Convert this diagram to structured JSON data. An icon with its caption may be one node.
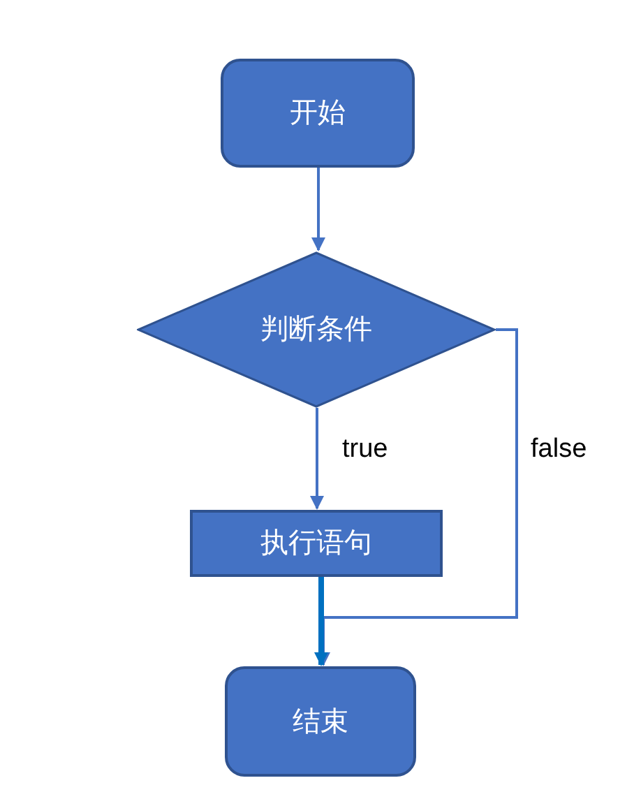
{
  "diagram": {
    "nodes": [
      {
        "text": [
          "开始"
        ]
      },
      {
        "text": [
          "判断条件"
        ]
      },
      {
        "text": [
          "执行语句"
        ]
      },
      {
        "text": [
          "结束"
        ]
      }
    ],
    "edges": [
      {
        "from": 0,
        "to": 1,
        "arrow": "to"
      },
      {
        "from": 1,
        "to": 2,
        "arrow": "to",
        "label": "true"
      },
      {
        "from": 1,
        "to": 3,
        "arrow": "to",
        "label": "false"
      },
      {
        "from": 2,
        "to": 3,
        "arrow": "to",
        "style": "thick",
        "color": "#0070c0"
      }
    ]
  }
}
